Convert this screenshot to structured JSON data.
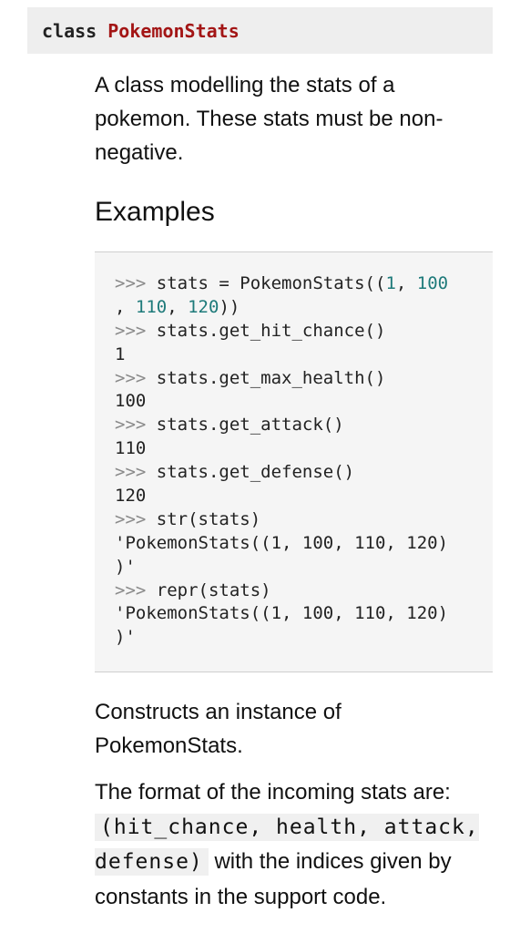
{
  "signature": {
    "keyword": "class",
    "name": "PokemonStats"
  },
  "description": "A class modelling the stats of a pokemon. These stats must be non-negative.",
  "examples_heading": "Examples",
  "code_lines": [
    [
      {
        "t": "p",
        "v": ">>> "
      },
      {
        "t": "c",
        "v": "stats = PokemonStats(("
      },
      {
        "t": "n",
        "v": "1"
      },
      {
        "t": "c",
        "v": ", "
      },
      {
        "t": "n",
        "v": "100"
      }
    ],
    [
      {
        "t": "c",
        "v": ", "
      },
      {
        "t": "n",
        "v": "110"
      },
      {
        "t": "c",
        "v": ", "
      },
      {
        "t": "n",
        "v": "120"
      },
      {
        "t": "c",
        "v": "))"
      }
    ],
    [
      {
        "t": "p",
        "v": ">>> "
      },
      {
        "t": "c",
        "v": "stats.get_hit_chance()"
      }
    ],
    [
      {
        "t": "c",
        "v": "1"
      }
    ],
    [
      {
        "t": "p",
        "v": ">>> "
      },
      {
        "t": "c",
        "v": "stats.get_max_health()"
      }
    ],
    [
      {
        "t": "c",
        "v": "100"
      }
    ],
    [
      {
        "t": "p",
        "v": ">>> "
      },
      {
        "t": "c",
        "v": "stats.get_attack()"
      }
    ],
    [
      {
        "t": "c",
        "v": "110"
      }
    ],
    [
      {
        "t": "p",
        "v": ">>> "
      },
      {
        "t": "c",
        "v": "stats.get_defense()"
      }
    ],
    [
      {
        "t": "c",
        "v": "120"
      }
    ],
    [
      {
        "t": "p",
        "v": ">>> "
      },
      {
        "t": "c",
        "v": "str(stats)"
      }
    ],
    [
      {
        "t": "c",
        "v": "'PokemonStats((1, 100, 110, 120)"
      }
    ],
    [
      {
        "t": "c",
        "v": ")'"
      }
    ],
    [
      {
        "t": "p",
        "v": ">>> "
      },
      {
        "t": "c",
        "v": "repr(stats)"
      }
    ],
    [
      {
        "t": "c",
        "v": "'PokemonStats((1, 100, 110, 120)"
      }
    ],
    [
      {
        "t": "c",
        "v": ")'"
      }
    ]
  ],
  "constructs": "Constructs an instance of PokemonStats.",
  "format": {
    "before": "The format of the incoming stats are: ",
    "code": "(hit_chance, health, attack, defense)",
    "after": " with the indices given by constants in the support code."
  }
}
